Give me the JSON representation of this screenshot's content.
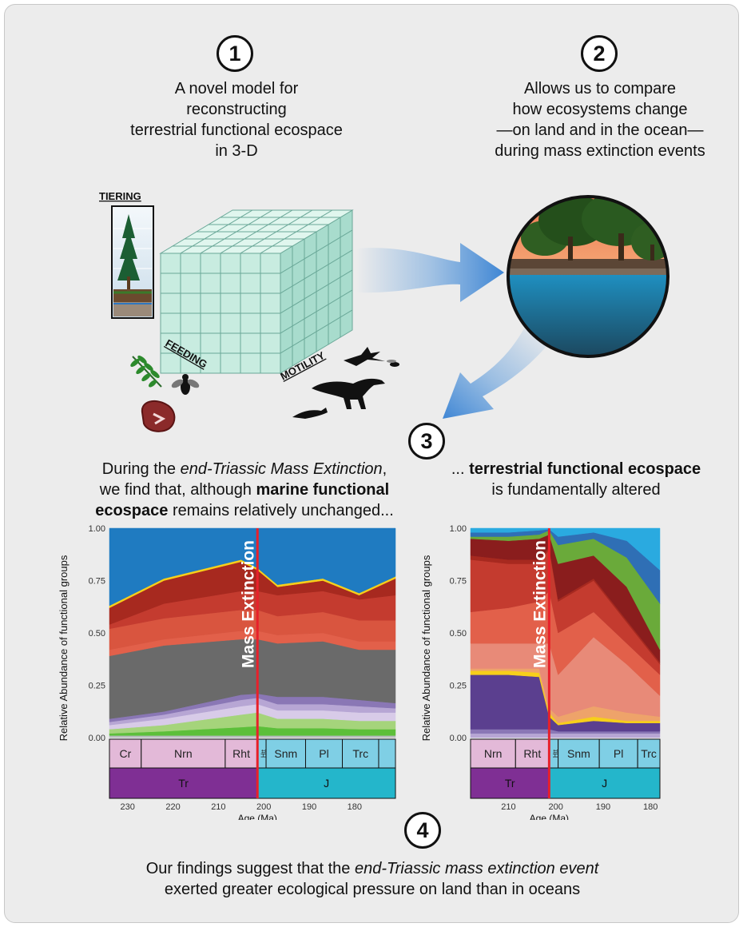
{
  "step1": {
    "number": "1",
    "lines": [
      "A novel model for",
      "reconstructing",
      "terrestrial functional ecospace",
      "in 3-D"
    ]
  },
  "step2": {
    "number": "2",
    "lines": [
      "Allows us to compare",
      "how ecosystems change",
      "—on land and in the ocean—",
      "during mass extinction events"
    ]
  },
  "step3": {
    "number": "3",
    "left_lines": [
      [
        "During the ",
        "end-Triassic Mass Extinction",
        ","
      ],
      [
        "we find that, although ",
        "marine functional"
      ],
      [
        "ecospace",
        " remains relatively unchanged..."
      ]
    ],
    "right_line1_a": "... ",
    "right_line1_b": "terrestrial functional ecospace",
    "right_line2": "is fundamentally altered"
  },
  "step4": {
    "number": "4",
    "line1_a": "Our findings suggest that the ",
    "line1_b": "end-Triassic mass extinction event",
    "line2": "exerted greater ecological pressure on land than in oceans"
  },
  "cube_labels": {
    "tiering": "TIERING",
    "feeding": "FEEDING",
    "motility": "MOTILITY"
  },
  "icons": [
    "tree-icon",
    "fern-icon",
    "fly-icon",
    "meat-icon",
    "pterosaur-icon",
    "dinosaur-icon",
    "lizard-icon",
    "insect-icon",
    "arrow-icon",
    "landscape-ocean-icon"
  ],
  "chart_data": [
    {
      "type": "area",
      "ylabel": "Relative Abundance of functional groups",
      "xlabel": "Age (Ma)",
      "xlim": [
        234,
        171
      ],
      "ylim": [
        0,
        1
      ],
      "y_ticks": [
        "0.00",
        "0.25",
        "0.50",
        "0.75",
        "1.00"
      ],
      "x_ticks": [
        230,
        220,
        210,
        200,
        190,
        180
      ],
      "annotation": "Mass Extinction",
      "annotation_x": 201.4,
      "x": [
        234,
        222,
        205,
        201.4,
        197,
        187,
        179,
        171
      ],
      "stack_boundaries": [
        [
          0.0,
          0.0,
          0.0,
          0.0,
          0.0,
          0.0,
          0.0,
          0.0
        ],
        [
          0.01,
          0.01,
          0.01,
          0.01,
          0.01,
          0.01,
          0.01,
          0.01
        ],
        [
          0.02,
          0.03,
          0.05,
          0.055,
          0.045,
          0.045,
          0.04,
          0.04
        ],
        [
          0.04,
          0.06,
          0.11,
          0.12,
          0.09,
          0.09,
          0.08,
          0.08
        ],
        [
          0.06,
          0.09,
          0.15,
          0.16,
          0.13,
          0.13,
          0.12,
          0.12
        ],
        [
          0.075,
          0.11,
          0.18,
          0.19,
          0.16,
          0.16,
          0.15,
          0.14
        ],
        [
          0.09,
          0.125,
          0.205,
          0.21,
          0.195,
          0.195,
          0.18,
          0.165
        ],
        [
          0.39,
          0.44,
          0.47,
          0.47,
          0.45,
          0.46,
          0.42,
          0.42
        ],
        [
          0.42,
          0.47,
          0.51,
          0.51,
          0.49,
          0.5,
          0.46,
          0.46
        ],
        [
          0.52,
          0.57,
          0.61,
          0.61,
          0.58,
          0.6,
          0.56,
          0.56
        ],
        [
          0.54,
          0.64,
          0.7,
          0.7,
          0.68,
          0.7,
          0.66,
          0.68
        ],
        [
          0.62,
          0.75,
          0.84,
          0.8,
          0.72,
          0.75,
          0.68,
          0.76
        ],
        [
          0.63,
          0.76,
          0.85,
          0.81,
          0.73,
          0.76,
          0.69,
          0.77
        ],
        [
          1.0,
          1.0,
          1.0,
          1.0,
          1.0,
          1.0,
          1.0,
          1.0
        ]
      ],
      "stack_colors": [
        "#b7bcbc",
        "#5cbf3a",
        "#a5d47b",
        "#d8cbe8",
        "#b7a6d4",
        "#8a77b5",
        "#6a6a6a",
        "#e2604a",
        "#d9553f",
        "#c43b2f",
        "#a7291f",
        "#f7cf1a",
        "#1f7bc1",
        "#2aaae0"
      ],
      "stages": [
        "Cr",
        "Nrn",
        "Rht",
        "Htt",
        "Snm",
        "Pl",
        "Trc",
        ""
      ],
      "stage_bounds": [
        234,
        227,
        208.5,
        201.4,
        199.5,
        190.8,
        182.7,
        174.7,
        171
      ],
      "periods": [
        "Tr",
        "J"
      ],
      "period_bounds": [
        234,
        201.4,
        171
      ]
    },
    {
      "type": "area",
      "ylabel": "Relative Abundance of functional groups",
      "xlabel": "Age (Ma)",
      "xlim": [
        218,
        178
      ],
      "ylim": [
        0,
        1
      ],
      "y_ticks": [
        "0.00",
        "0.25",
        "0.50",
        "0.75",
        "1.00"
      ],
      "x_ticks": [
        210,
        200,
        190,
        180
      ],
      "annotation": "Mass Extinction",
      "annotation_x": 201.4,
      "x": [
        218,
        210,
        203.5,
        201.4,
        199.5,
        192,
        185,
        178
      ],
      "stack_boundaries": [
        [
          0.0,
          0.0,
          0.0,
          0.0,
          0.0,
          0.0,
          0.0,
          0.0
        ],
        [
          0.02,
          0.02,
          0.02,
          0.02,
          0.02,
          0.02,
          0.02,
          0.02
        ],
        [
          0.04,
          0.04,
          0.04,
          0.04,
          0.03,
          0.03,
          0.03,
          0.03
        ],
        [
          0.3,
          0.3,
          0.29,
          0.1,
          0.06,
          0.08,
          0.07,
          0.07
        ],
        [
          0.32,
          0.32,
          0.31,
          0.12,
          0.07,
          0.1,
          0.08,
          0.08
        ],
        [
          0.33,
          0.33,
          0.33,
          0.14,
          0.1,
          0.15,
          0.12,
          0.1
        ],
        [
          0.45,
          0.45,
          0.45,
          0.45,
          0.3,
          0.48,
          0.35,
          0.2
        ],
        [
          0.6,
          0.62,
          0.65,
          0.7,
          0.5,
          0.6,
          0.45,
          0.3
        ],
        [
          0.85,
          0.83,
          0.83,
          0.9,
          0.65,
          0.75,
          0.55,
          0.35
        ],
        [
          0.87,
          0.85,
          0.85,
          0.91,
          0.66,
          0.76,
          0.56,
          0.36
        ],
        [
          0.95,
          0.94,
          0.95,
          0.97,
          0.83,
          0.87,
          0.72,
          0.42
        ],
        [
          0.96,
          0.96,
          0.97,
          0.99,
          0.92,
          0.95,
          0.86,
          0.64
        ],
        [
          0.98,
          0.98,
          0.99,
          0.995,
          0.96,
          0.98,
          0.94,
          0.8
        ],
        [
          1.0,
          1.0,
          1.0,
          1.0,
          1.0,
          1.0,
          1.0,
          1.0
        ]
      ],
      "stack_colors": [
        "#b7a6d4",
        "#8a77b5",
        "#5b3f8f",
        "#f7cf1a",
        "#eea36a",
        "#e88a78",
        "#e2604a",
        "#c43b2f",
        "#a7291f",
        "#8a1d1d",
        "#6aaa3a",
        "#2f6fb5",
        "#2aaae0"
      ],
      "stages": [
        "Nrn",
        "Rht",
        "Htt",
        "Snm",
        "Pl",
        "Trc"
      ],
      "stage_bounds": [
        218,
        208.5,
        201.4,
        199.5,
        190.8,
        182.7,
        178
      ],
      "periods": [
        "Tr",
        "J"
      ],
      "period_bounds": [
        218,
        201.4,
        178
      ]
    }
  ]
}
